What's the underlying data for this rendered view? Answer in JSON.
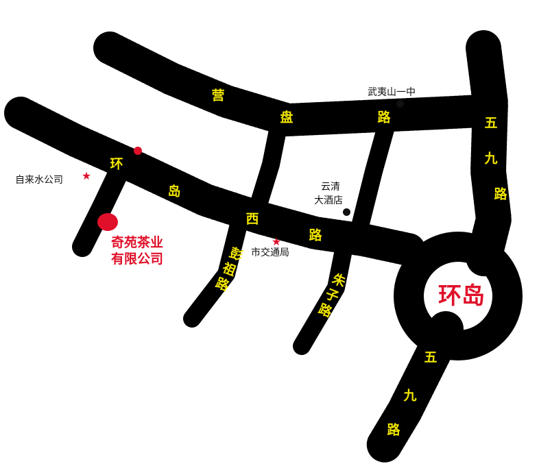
{
  "map": {
    "roads": {
      "yingpan": {
        "chars": [
          "营",
          "盘",
          "路"
        ]
      },
      "huandao_xi": {
        "chars": [
          "环",
          "岛",
          "西",
          "路"
        ]
      },
      "wujiu_north": {
        "chars": [
          "五",
          "九",
          "路"
        ]
      },
      "wujiu_south": {
        "chars": [
          "五",
          "九",
          "路"
        ]
      },
      "pengzu": {
        "chars": [
          "彭",
          "祖",
          "路"
        ]
      },
      "zhuzi": {
        "chars": [
          "朱",
          "子",
          "路"
        ]
      }
    },
    "places": {
      "school": "武夷山一中",
      "hotel_line1": "云清",
      "hotel_line2": "大酒店",
      "water_company": "自来水公司",
      "traffic_bureau": "市交通局",
      "tea_company_line1": "奇苑茶业",
      "tea_company_line2": "有限公司",
      "roundabout": "环岛"
    },
    "colors": {
      "road": "#000000",
      "road_label": "#f2e600",
      "accent": "#e0102a",
      "background": "#ffffff"
    }
  }
}
